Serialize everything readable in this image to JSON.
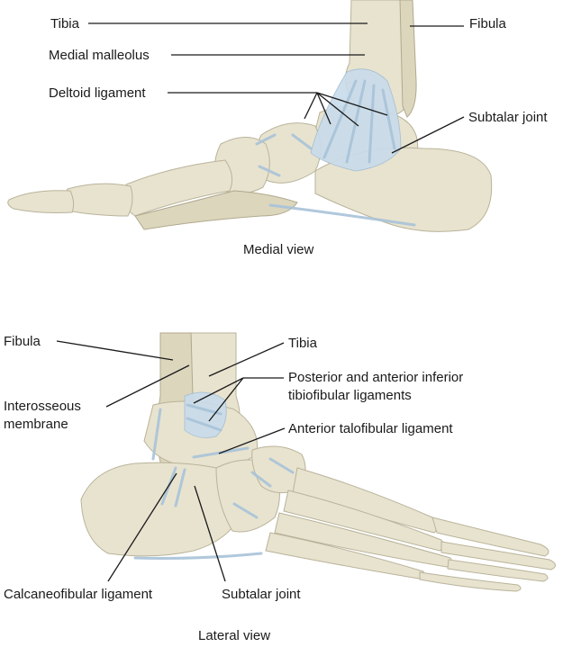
{
  "medial": {
    "caption": "Medial view",
    "labels": {
      "tibia": "Tibia",
      "fibula": "Fibula",
      "medial_malleolus": "Medial malleolus",
      "deltoid_ligament": "Deltoid ligament",
      "subtalar_joint": "Subtalar joint"
    }
  },
  "lateral": {
    "caption": "Lateral view",
    "labels": {
      "fibula": "Fibula",
      "tibia": "Tibia",
      "interosseous_1": "Interosseous",
      "interosseous_2": "membrane",
      "tibiofibular_1": "Posterior and anterior inferior",
      "tibiofibular_2": "tibiofibular ligaments",
      "anterior_talofibular": "Anterior talofibular ligament",
      "calcaneofibular": "Calcaneofibular ligament",
      "subtalar_joint": "Subtalar joint"
    }
  },
  "colors": {
    "bone": "#e8e3cf",
    "ligament": "#c9dceb",
    "leader": "#1a1a1a"
  }
}
